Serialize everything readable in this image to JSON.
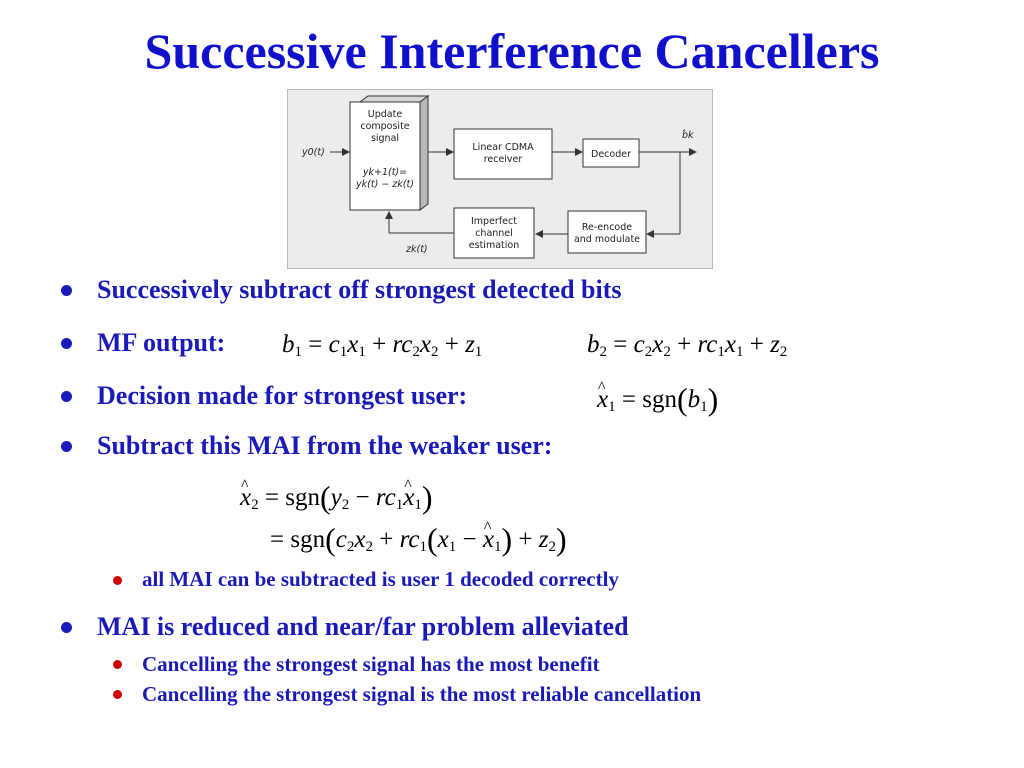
{
  "title": "Successive Interference Cancellers",
  "diagram": {
    "update_box": [
      "Update",
      "composite",
      "signal"
    ],
    "update_eq_1": "yk+1(t)=",
    "update_eq_2": "yk(t) − zk(t)",
    "input_label": "y0(t)",
    "linear_box": [
      "Linear CDMA",
      "receiver"
    ],
    "decoder_box": "Decoder",
    "output_label": "b̂k",
    "reencode_box": [
      "Re-encode",
      "and modulate"
    ],
    "channel_box": [
      "Imperfect",
      "channel",
      "estimation"
    ],
    "feedback_label": "zk(t)"
  },
  "bullets": {
    "b1": "Successively subtract off strongest detected bits",
    "b2": "MF output:",
    "b3": "Decision made for strongest user:",
    "b4": "Subtract this MAI from the weaker user:",
    "b4_sub1": "all MAI can be subtracted is user 1 decoded correctly",
    "b5": "MAI is reduced and near/far problem alleviated",
    "b5_sub1": "Cancelling the strongest signal has the most benefit",
    "b5_sub2": "Cancelling the strongest signal is the most reliable cancellation"
  },
  "colors": {
    "title": "#1010cc",
    "bullet_text": "#1a1ab8",
    "sub_dot": "#cc0000"
  }
}
